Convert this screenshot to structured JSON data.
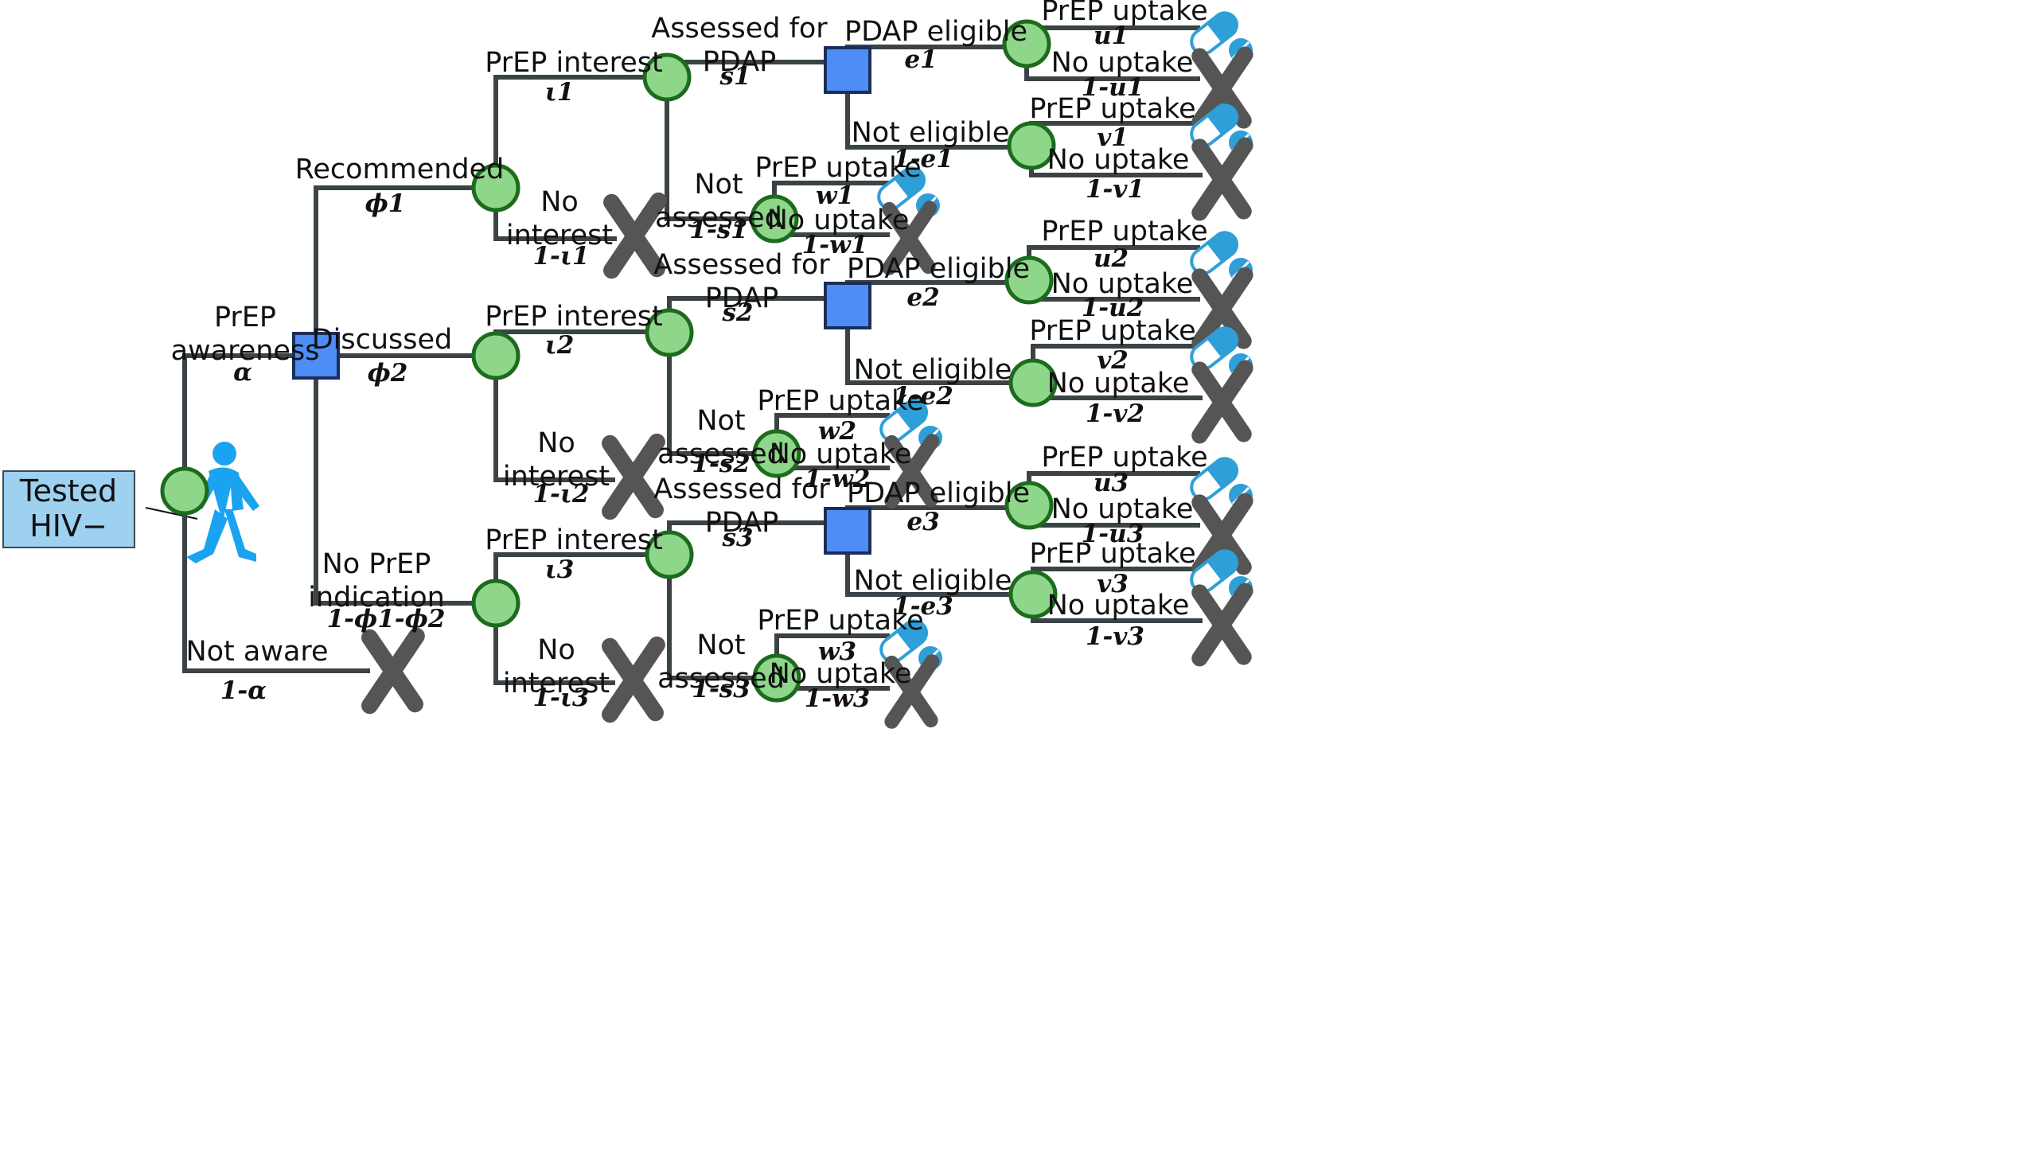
{
  "start": {
    "lines": [
      "Tested",
      "HIV−"
    ],
    "icon": "walking-person-icon"
  },
  "colors": {
    "edge": "#3b4347",
    "chance_fill": "#8ed68a",
    "decision_fill": "#4d8df5",
    "person": "#1aa3f0",
    "pill": "#2e9fd8"
  },
  "awareness": {
    "aware": {
      "label": [
        "PrEP",
        "awareness"
      ],
      "prob": "α"
    },
    "not_aware": {
      "label": [
        "Not aware"
      ],
      "prob": "1-α"
    }
  },
  "indication": [
    {
      "label": [
        "Recommended"
      ],
      "prob": "ϕ1"
    },
    {
      "label": [
        "Discussed"
      ],
      "prob": "ϕ2"
    },
    {
      "label": [
        "No PrEP",
        "indication"
      ],
      "prob": "1-ϕ1-ϕ2"
    }
  ],
  "branches": [
    {
      "interest": {
        "label": [
          "PrEP interest"
        ],
        "prob": "ι1"
      },
      "no_interest": {
        "label": [
          "No",
          "interest"
        ],
        "prob": "1-ι1"
      },
      "assessed": {
        "label": [
          "Assessed for",
          "PDAP"
        ],
        "prob": "s1"
      },
      "not_assessed": {
        "label": [
          "Not",
          "assessed"
        ],
        "prob": "1-s1"
      },
      "eligible": {
        "label": [
          "PDAP eligible"
        ],
        "prob": "e1"
      },
      "not_eligible": {
        "label": [
          "Not eligible"
        ],
        "prob": "1-e1"
      },
      "elig_uptake": {
        "label": [
          "PrEP uptake"
        ],
        "prob": "u1"
      },
      "elig_no_uptake": {
        "label": [
          "No uptake"
        ],
        "prob": "1-u1"
      },
      "inelig_uptake": {
        "label": [
          "PrEP uptake"
        ],
        "prob": "v1"
      },
      "inelig_no_uptake": {
        "label": [
          "No uptake"
        ],
        "prob": "1-v1"
      },
      "na_uptake": {
        "label": [
          "PrEP uptake"
        ],
        "prob": "w1"
      },
      "na_no_uptake": {
        "label": [
          "No uptake"
        ],
        "prob": "1-w1"
      }
    },
    {
      "interest": {
        "label": [
          "PrEP interest"
        ],
        "prob": "ι2"
      },
      "no_interest": {
        "label": [
          "No",
          "interest"
        ],
        "prob": "1-ι2"
      },
      "assessed": {
        "label": [
          "Assessed for",
          "PDAP"
        ],
        "prob": "s2"
      },
      "not_assessed": {
        "label": [
          "Not",
          "assessed"
        ],
        "prob": "1-s2"
      },
      "eligible": {
        "label": [
          "PDAP eligible"
        ],
        "prob": "e2"
      },
      "not_eligible": {
        "label": [
          "Not eligible"
        ],
        "prob": "1-e2"
      },
      "elig_uptake": {
        "label": [
          "PrEP uptake"
        ],
        "prob": "u2"
      },
      "elig_no_uptake": {
        "label": [
          "No uptake"
        ],
        "prob": "1-u2"
      },
      "inelig_uptake": {
        "label": [
          "PrEP uptake"
        ],
        "prob": "v2"
      },
      "inelig_no_uptake": {
        "label": [
          "No uptake"
        ],
        "prob": "1-v2"
      },
      "na_uptake": {
        "label": [
          "PrEP uptake"
        ],
        "prob": "w2"
      },
      "na_no_uptake": {
        "label": [
          "No uptake"
        ],
        "prob": "1-w2"
      }
    },
    {
      "interest": {
        "label": [
          "PrEP interest"
        ],
        "prob": "ι3"
      },
      "no_interest": {
        "label": [
          "No",
          "interest"
        ],
        "prob": "1-ι3"
      },
      "assessed": {
        "label": [
          "Assessed for",
          "PDAP"
        ],
        "prob": "s3"
      },
      "not_assessed": {
        "label": [
          "Not",
          "assessed"
        ],
        "prob": "1-s3"
      },
      "eligible": {
        "label": [
          "PDAP eligible"
        ],
        "prob": "e3"
      },
      "not_eligible": {
        "label": [
          "Not eligible"
        ],
        "prob": "1-e3"
      },
      "elig_uptake": {
        "label": [
          "PrEP uptake"
        ],
        "prob": "u3"
      },
      "elig_no_uptake": {
        "label": [
          "No uptake"
        ],
        "prob": "1-u3"
      },
      "inelig_uptake": {
        "label": [
          "PrEP uptake"
        ],
        "prob": "v3"
      },
      "inelig_no_uptake": {
        "label": [
          "No uptake"
        ],
        "prob": "1-v3"
      },
      "na_uptake": {
        "label": [
          "PrEP uptake"
        ],
        "prob": "w3"
      },
      "na_no_uptake": {
        "label": [
          "No uptake"
        ],
        "prob": "1-w3"
      }
    }
  ],
  "outcome_icons": {
    "uptake": "pill-capsule-icon",
    "no_uptake": "x-cross-icon"
  }
}
